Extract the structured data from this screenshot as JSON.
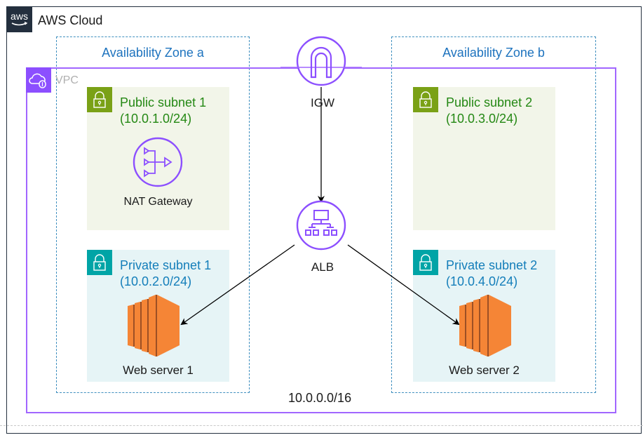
{
  "cloud": {
    "title": "AWS Cloud",
    "logo_text": "aws",
    "icon": "aws-logo-icon"
  },
  "availability_zones": [
    {
      "title": "Availability Zone a"
    },
    {
      "title": "Availability Zone b"
    }
  ],
  "vpc": {
    "label": "VPC",
    "cidr": "10.0.0.0/16",
    "icon": "vpc-cloud-lock-icon"
  },
  "subnets": {
    "public_1": {
      "name": "Public subnet 1",
      "cidr": "(10.0.1.0/24)",
      "icon": "lock-icon"
    },
    "public_2": {
      "name": "Public subnet 2",
      "cidr": "(10.0.3.0/24)",
      "icon": "lock-icon"
    },
    "private_1": {
      "name": "Private subnet 1",
      "cidr": "(10.0.2.0/24)",
      "icon": "lock-icon"
    },
    "private_2": {
      "name": "Private subnet 2",
      "cidr": "(10.0.4.0/24)",
      "icon": "lock-icon"
    }
  },
  "nodes": {
    "igw": {
      "label": "IGW",
      "icon": "internet-gateway-icon"
    },
    "alb": {
      "label": "ALB",
      "icon": "load-balancer-icon"
    },
    "nat": {
      "label": "NAT Gateway",
      "icon": "nat-gateway-icon"
    },
    "web1": {
      "label": "Web server 1",
      "icon": "ec2-instance-icon"
    },
    "web2": {
      "label": "Web server 2",
      "icon": "ec2-instance-icon"
    }
  },
  "connections": [
    {
      "from": "IGW",
      "to": "ALB"
    },
    {
      "from": "ALB",
      "to": "Web server 1"
    },
    {
      "from": "ALB",
      "to": "Web server 2"
    }
  ],
  "colors": {
    "cloud_border": "#232f3e",
    "az_border": "#3f8fbf",
    "vpc_border": "#a166ff",
    "network_icon": "#8c4fff",
    "public_subnet_fill": "#f2f5e9",
    "public_subnet_accent": "#7aa116",
    "private_subnet_fill": "#e6f4f6",
    "private_subnet_accent": "#00a4a6",
    "ec2_orange": "#f58536"
  }
}
